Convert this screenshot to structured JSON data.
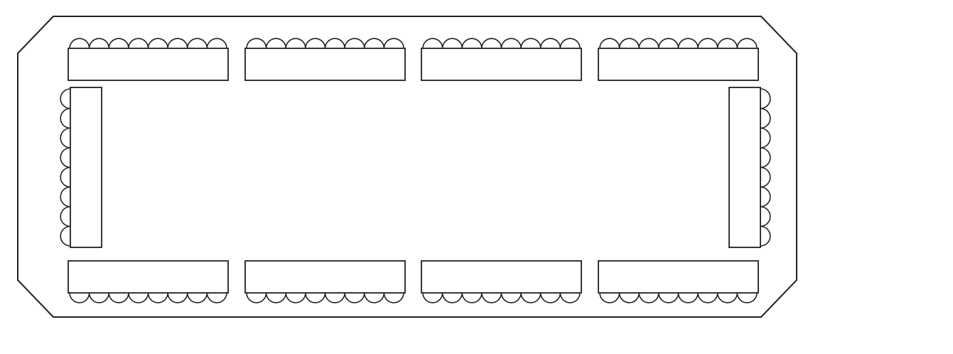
{
  "diagram": {
    "kind": "banquet-room-seating-layout",
    "line_color": "#231f20",
    "background": "#ffffff",
    "room_shape": "octagonal-rectangle",
    "top_row": {
      "tables": 4,
      "chairs_per_table": 8,
      "chair_side": "top"
    },
    "bottom_row": {
      "tables": 4,
      "chairs_per_table": 8,
      "chair_side": "bottom"
    },
    "left_column": {
      "tables": 1,
      "chairs_per_table": 8,
      "chair_side": "left"
    },
    "right_column": {
      "tables": 1,
      "chairs_per_table": 8,
      "chair_side": "right"
    }
  }
}
